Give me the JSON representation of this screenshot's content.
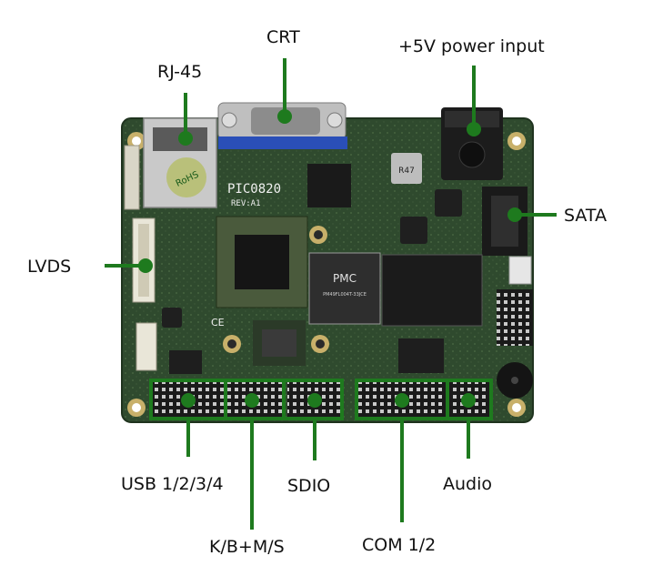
{
  "labels": {
    "crt": "CRT",
    "rj45": "RJ-45",
    "power": "+5V power input",
    "sata": "SATA",
    "lvds": "LVDS",
    "usb": "USB 1/2/3/4",
    "kbms": "K/B+M/S",
    "sdio": "SDIO",
    "com": "COM 1/2",
    "audio": "Audio"
  },
  "board": {
    "silkscreen_model": "PIC0820",
    "silkscreen_rev": "REV:A1",
    "chip_brand": "PMC",
    "chip_part": "PM49FL004T-33JCE",
    "rohs_mark": "RoHS",
    "inductor_mark": "R47",
    "ce_mark": "CE"
  },
  "colors": {
    "callout": "#1e7a1e",
    "pcb": "#2f4a2e",
    "vga_blue": "#2a4fb8"
  }
}
